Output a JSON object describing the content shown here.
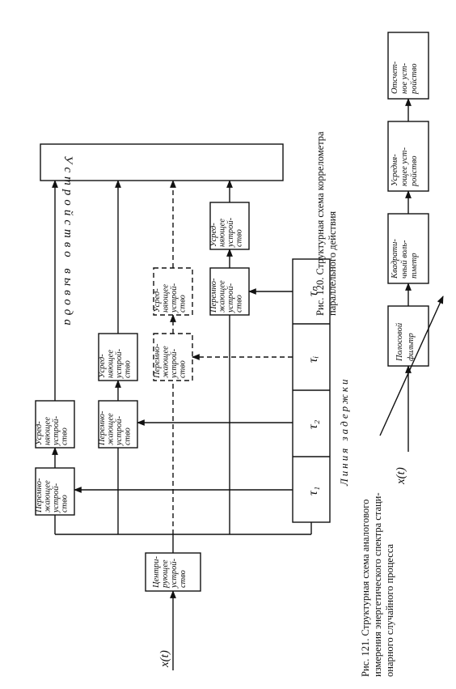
{
  "fig120": {
    "caption": [
      "Рис. 120. Структурная схема коррелометра",
      "параллельного действия"
    ],
    "input_label": "x(t)",
    "centering_block": [
      "Центри-",
      "рующее",
      "устрой-",
      "ство"
    ],
    "delay_line_label": "Линия задержки",
    "taps": [
      "τ₁",
      "τ₂",
      "τᵢ",
      "τₙ"
    ],
    "multiplier_block": [
      "Перемно-",
      "жающее",
      "устрой-",
      "ство"
    ],
    "averaging_block": [
      "Усред-",
      "няющее",
      "устрой-",
      "ство"
    ],
    "output_block": "Устройство вывода"
  },
  "fig121": {
    "caption": [
      "Рис. 121. Структурная схема аналогового",
      "измерения энергетического спектра стаци-",
      "онарного случайного процесса"
    ],
    "input_label": "x(t)",
    "bandpass_filter": [
      "Полосовой",
      "фильтр"
    ],
    "quadratic_voltmeter": [
      "Квадрати-",
      "чный воль-",
      "тметр"
    ],
    "averaging_device": [
      "Усредня-",
      "ющее уст-",
      "ройство"
    ],
    "readout_device": [
      "Отсчет-",
      "ное уст-",
      "ройство"
    ]
  }
}
